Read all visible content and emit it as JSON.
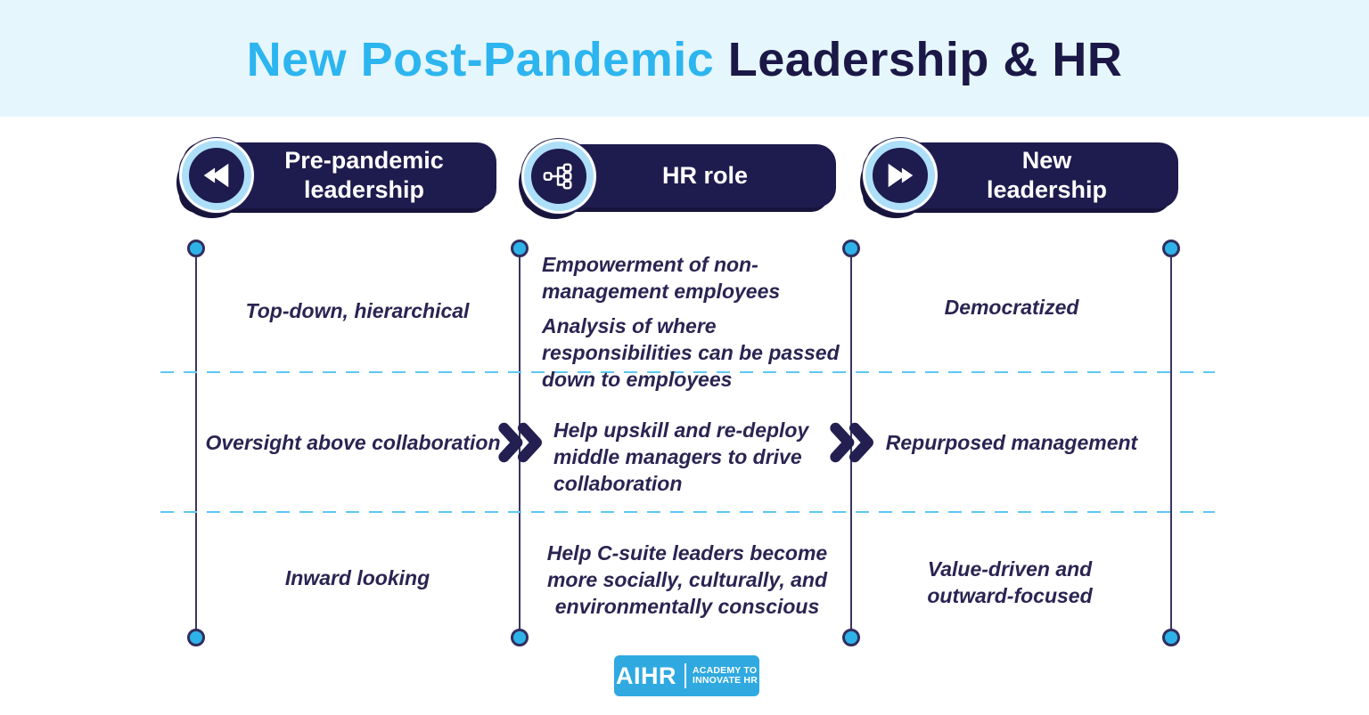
{
  "title": {
    "highlight": "New Post-Pandemic",
    "rest": "Leadership & HR"
  },
  "columns": [
    {
      "label": "Pre-pandemic leadership",
      "icon": "rewind-icon"
    },
    {
      "label": "HR role",
      "icon": "hierarchy-icon"
    },
    {
      "label": "New leadership",
      "icon": "fast-forward-icon"
    }
  ],
  "rows": [
    {
      "pre": "Top-down, hierarchical",
      "hr": [
        "Empowerment of non-management employees",
        "Analysis of where responsibilities can be passed down to employees"
      ],
      "new": "Democratized"
    },
    {
      "pre": "Oversight above collaboration",
      "hr": [
        "Help upskill and re-deploy middle managers to drive collaboration"
      ],
      "new": "Repurposed management"
    },
    {
      "pre": "Inward looking",
      "hr": [
        "Help C-suite leaders become more socially, culturally, and environmentally conscious"
      ],
      "new": "Value-driven and outward-focused"
    }
  ],
  "logo": {
    "brand": "AIHR",
    "tagline": [
      "ACADEMY TO",
      "INNOVATE HR"
    ]
  },
  "colors": {
    "accent_blue": "#2cb5ef",
    "navy": "#1e1b4e",
    "header_band": "#e6f6fd",
    "dot_blue": "#2eb3e9",
    "ring_light_blue": "#addff9",
    "dashed_line": "#5ec7f2",
    "logo_blue": "#2fa9e0",
    "body_text": "#2a2452"
  }
}
